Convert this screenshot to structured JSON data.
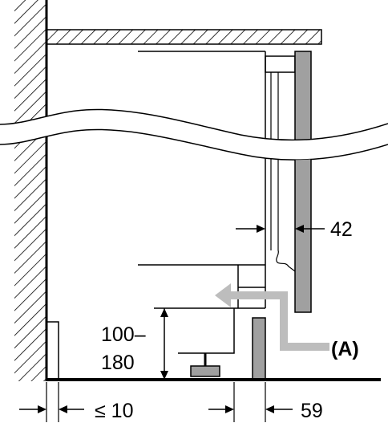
{
  "diagram": {
    "labels": {
      "depth_dim": "42",
      "height_dim_top": "100–",
      "height_dim_bottom": "180",
      "gap_dim": "≤ 10",
      "plinth_dim": "59",
      "airflow_marker": "(A)"
    },
    "colors": {
      "line": "#000000",
      "panel_fill": "#a0a0a0",
      "airflow_arrow": "#bdbdbd",
      "background": "#ffffff"
    }
  }
}
